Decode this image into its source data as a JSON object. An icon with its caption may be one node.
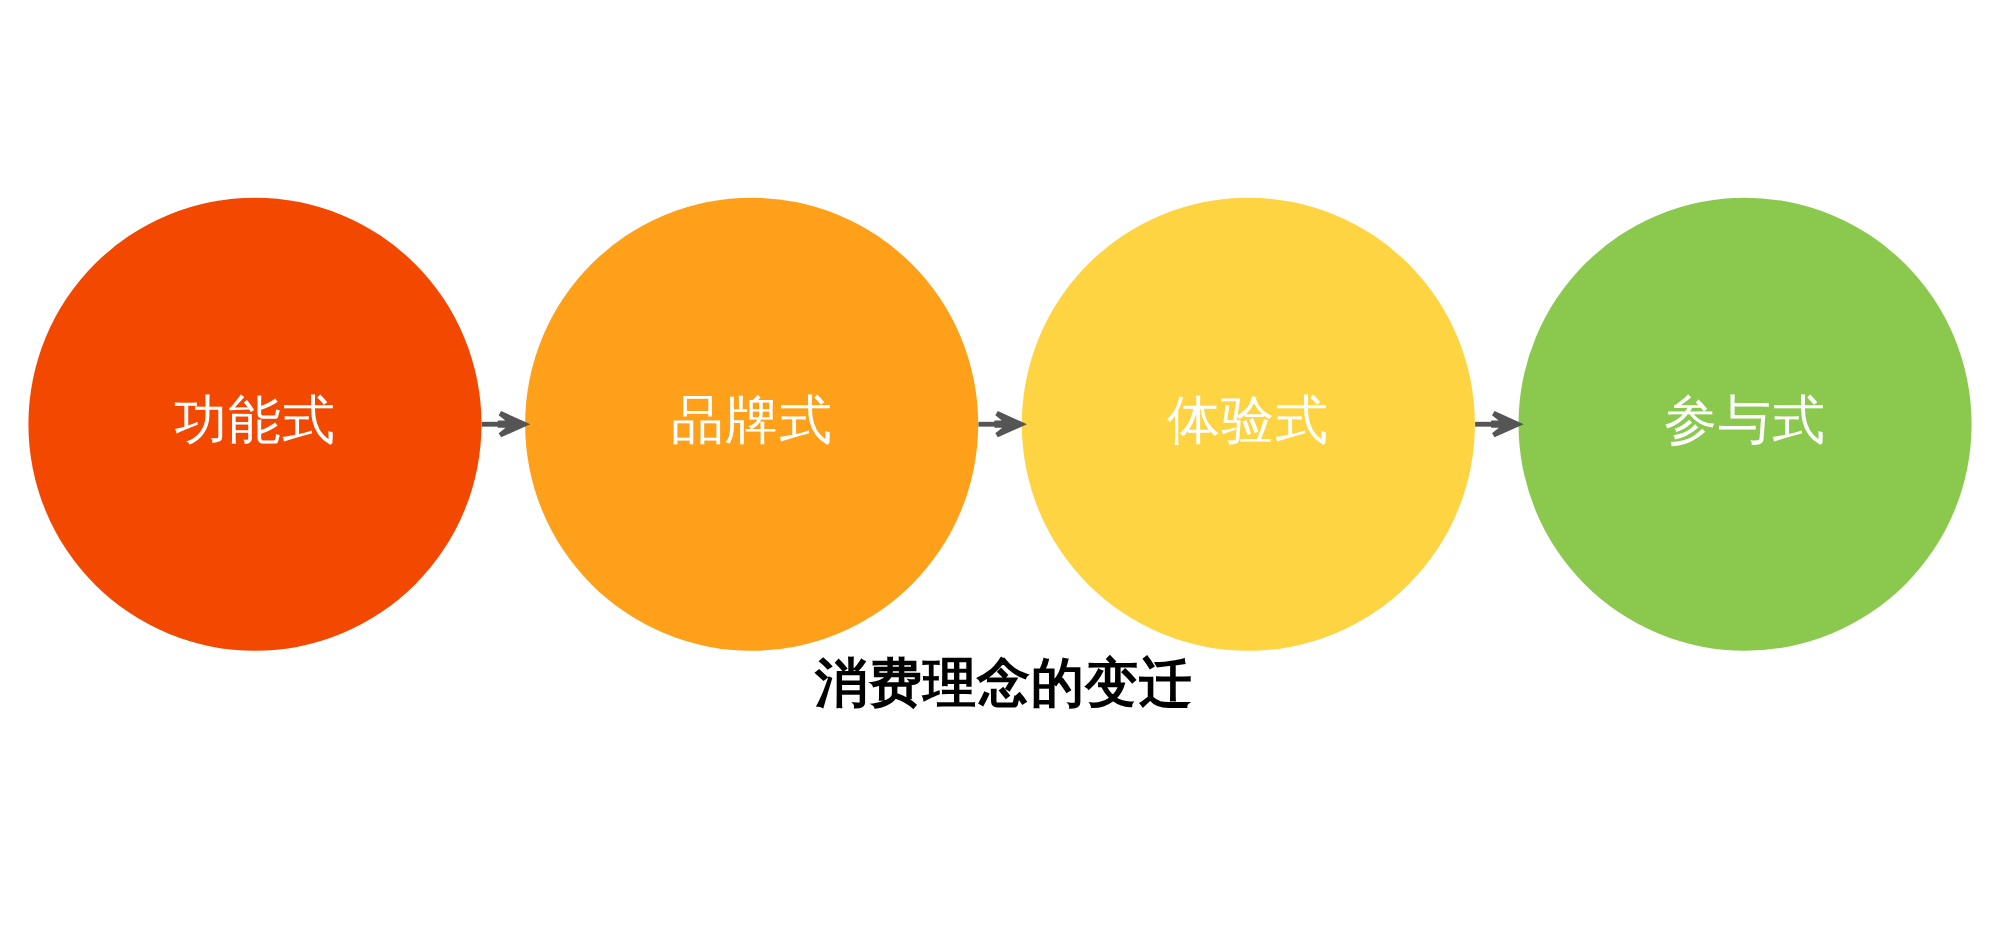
{
  "diagram": {
    "caption": "消费理念的变迁",
    "nodes": [
      {
        "text": [
          "功能式"
        ]
      },
      {
        "text": [
          "品牌式"
        ]
      },
      {
        "text": [
          "体验式"
        ]
      },
      {
        "text": [
          "参与式"
        ]
      }
    ],
    "edges": [
      {
        "from": 0,
        "to": 1,
        "arrow": "to"
      },
      {
        "from": 1,
        "to": 2,
        "arrow": "to"
      },
      {
        "from": 2,
        "to": 3,
        "arrow": "to"
      }
    ]
  }
}
